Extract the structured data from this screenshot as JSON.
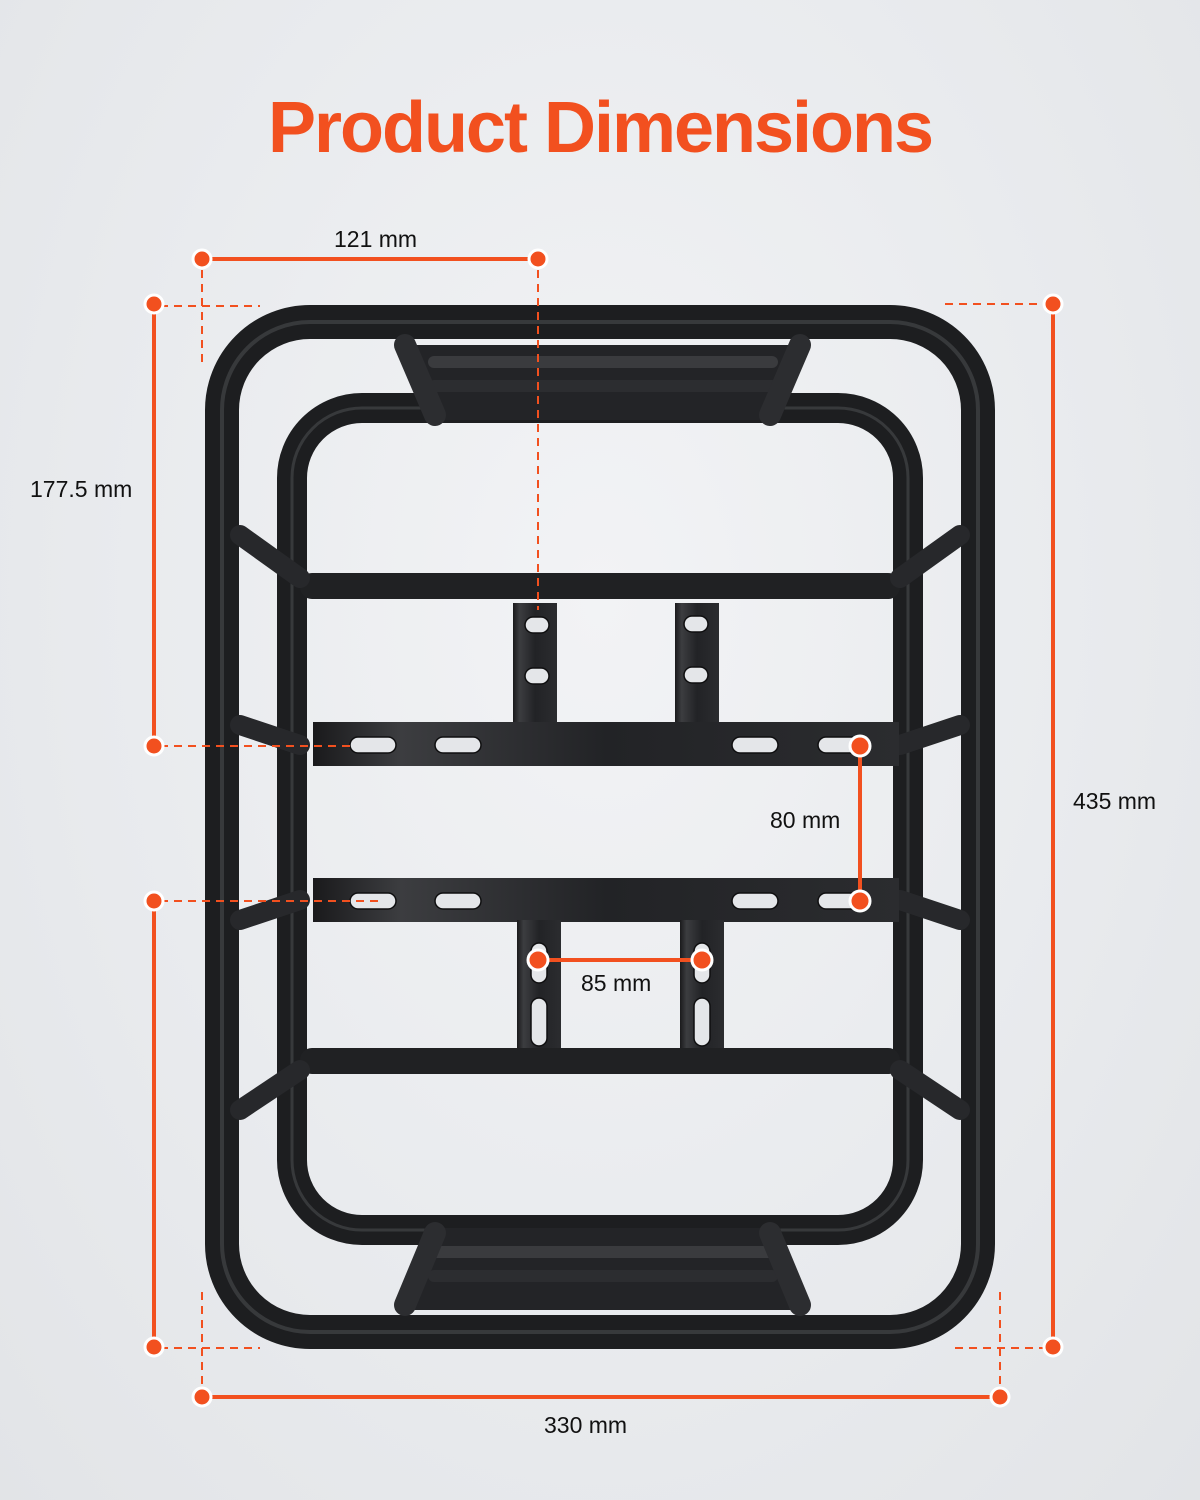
{
  "title": "Product Dimensions",
  "colors": {
    "accent": "#f2501f",
    "rack": "#1f2022",
    "background": "#eceef0",
    "label_text": "#111111"
  },
  "dimensions": {
    "top_width": "121 mm",
    "upper_height": "177.5 mm",
    "total_height": "435 mm",
    "bracket_spacing_vertical": "80 mm",
    "bracket_spacing_horizontal": "85 mm",
    "total_width": "330 mm"
  }
}
